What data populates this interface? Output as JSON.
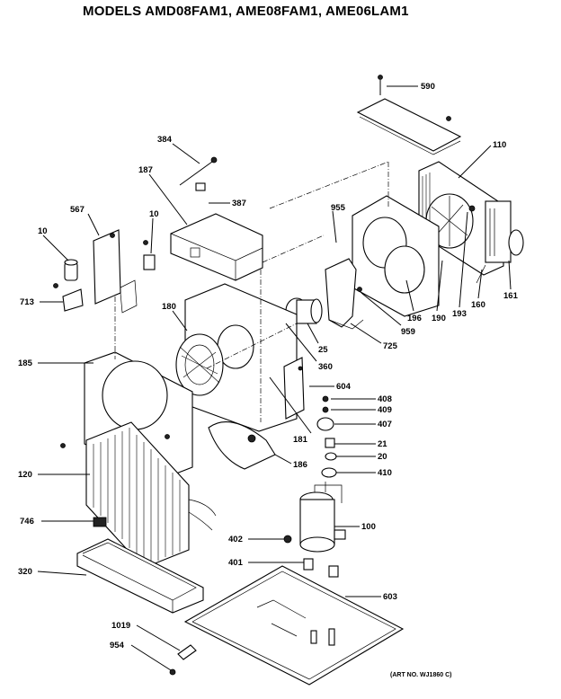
{
  "title": "MODELS AMD08FAM1, AME08FAM1, AME06LAM1",
  "art_number": "(ART NO. WJ1860 C)",
  "labels": {
    "p590": "590",
    "p110": "110",
    "p384": "384",
    "p187": "187",
    "p387": "387",
    "p955": "955",
    "p567": "567",
    "p10a": "10",
    "p10b": "10",
    "p713": "713",
    "p180": "180",
    "p196": "196",
    "p190": "190",
    "p193": "193",
    "p160": "160",
    "p161": "161",
    "p959": "959",
    "p725": "725",
    "p25": "25",
    "p360": "360",
    "p185": "185",
    "p604": "604",
    "p408": "408",
    "p409": "409",
    "p407": "407",
    "p181": "181",
    "p21": "21",
    "p20": "20",
    "p186": "186",
    "p410": "410",
    "p120": "120",
    "p100": "100",
    "p746": "746",
    "p402": "402",
    "p401": "401",
    "p320": "320",
    "p603": "603",
    "p1019": "1019",
    "p954": "954"
  }
}
